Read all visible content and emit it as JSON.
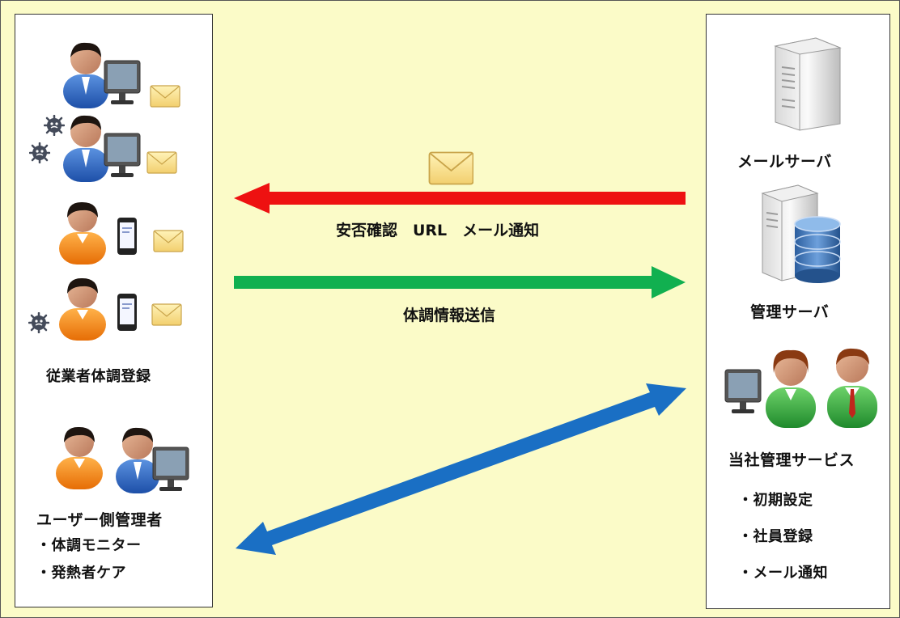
{
  "left": {
    "employee_label": "従業者体調登録",
    "admin_title": "ユーザー側管理者",
    "admin_items": [
      "・体調モニター",
      "・発熱者ケア"
    ]
  },
  "center": {
    "notify_label": "安否確認　URL　メール通知",
    "send_label": "体調情報送信"
  },
  "right": {
    "mail_server_label": "メールサーバ",
    "mgmt_server_label": "管理サーバ",
    "service_title": "当社管理サービス",
    "service_items": [
      "・初期設定",
      "・社員登録",
      "・メール通知"
    ]
  },
  "colors": {
    "background": "#fbfbc8",
    "red_arrow": "#ee1111",
    "green_arrow": "#11b050",
    "blue_arrow": "#1a6fc4"
  },
  "icons": [
    "person-pc-icon",
    "envelope-icon",
    "virus-icon",
    "person-phone-icon",
    "server-icon",
    "database-server-icon",
    "woman-icon",
    "man-icon"
  ]
}
